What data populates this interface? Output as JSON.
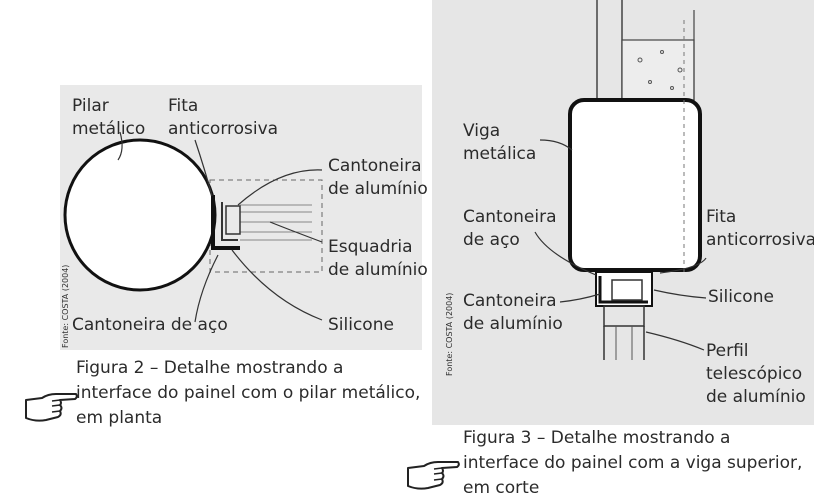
{
  "figure2": {
    "labels": {
      "pilar": [
        "Pilar",
        "metálico"
      ],
      "fita": [
        "Fita",
        "anticorrosiva"
      ],
      "cantoneira_aluminio": [
        "Cantoneira",
        "de alumínio"
      ],
      "esquadria": [
        "Esquadria",
        "de alumínio"
      ],
      "cantoneira_aco": "Cantoneira de aço",
      "silicone": "Silicone"
    },
    "source": "Fonte: COSTA (2004)",
    "caption": [
      "Figura 2 – Detalhe mostrando a",
      "interface do painel com o pilar metálico,",
      "em planta"
    ]
  },
  "figure3": {
    "labels": {
      "viga": [
        "Viga",
        "metálica"
      ],
      "cantoneira_aco": [
        "Cantoneira",
        "de aço"
      ],
      "fita": [
        "Fita",
        "anticorrosiva"
      ],
      "cantoneira_aluminio": [
        "Cantoneira",
        "de alumínio"
      ],
      "silicone": "Silicone",
      "perfil": [
        "Perfil",
        "telescópico",
        "de alumínio"
      ]
    },
    "source": "Fonte: COSTA (2004)",
    "caption": [
      "Figura 3 – Detalhe mostrando a",
      "interface do painel com a viga superior,",
      "em corte"
    ]
  },
  "icons": [
    "pointing-hand-icon",
    "pointing-hand-icon"
  ]
}
